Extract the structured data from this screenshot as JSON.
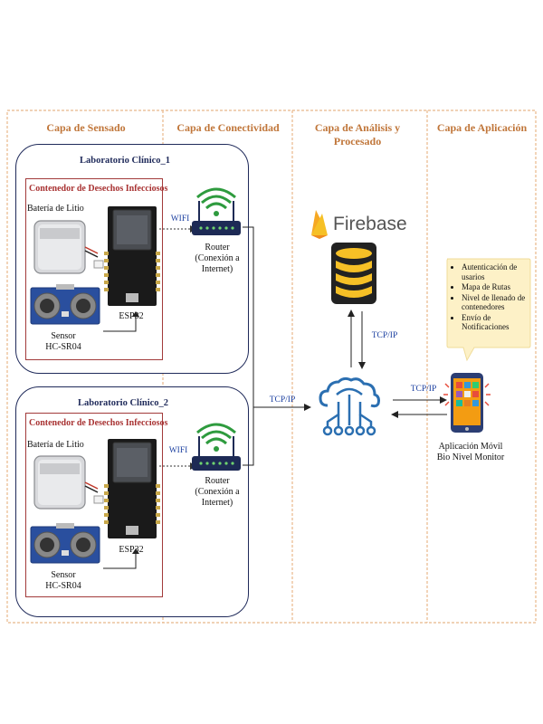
{
  "layers": {
    "sensing": "Capa de Sensado",
    "connectivity": "Capa de Conectividad",
    "analysis": "Capa de Análisis y Procesado",
    "application": "Capa de Aplicación"
  },
  "lab1": {
    "title": "Laboratorio Clínico_1",
    "container": "Contenedor de Desechos Infecciosos",
    "battery": "Batería de Litio",
    "sensor_line1": "Sensor",
    "sensor_line2": "HC-SR04",
    "mcu": "ESP32",
    "wifi": "WIFI",
    "router_line1": "Router",
    "router_line2": "(Conexión a",
    "router_line3": "Internet)"
  },
  "lab2": {
    "title": "Laboratorio Clínico_2",
    "container": "Contenedor de Desechos Infecciosos",
    "battery": "Batería de Litio",
    "sensor_line1": "Sensor",
    "sensor_line2": "HC-SR04",
    "mcu": "ESP32",
    "wifi": "WIFI",
    "router_line1": "Router",
    "router_line2": "(Conexión a",
    "router_line3": "Internet)"
  },
  "protocols": {
    "router_to_cloud": "TCP/IP",
    "cloud_to_firebase": "TCP/IP",
    "cloud_to_app": "TCP/IP"
  },
  "firebase_label": "Firebase",
  "app": {
    "line1": "Aplicación Móvil",
    "line2": "Bio Nivel Monitor",
    "features": [
      "Autenticación de usarios",
      "Mapa de Rutas",
      "Nivel de llenado de contenedores",
      "Envío de Notificaciones"
    ]
  },
  "colors": {
    "layer_border": "#e8b88a",
    "layer_title": "#c0763a",
    "lab_border": "#1f2a5a",
    "container_border": "#a23a3a",
    "firebase_yellow": "#f6c026",
    "cloud_blue": "#2b6fb1",
    "callout": "#fdf1c7"
  }
}
